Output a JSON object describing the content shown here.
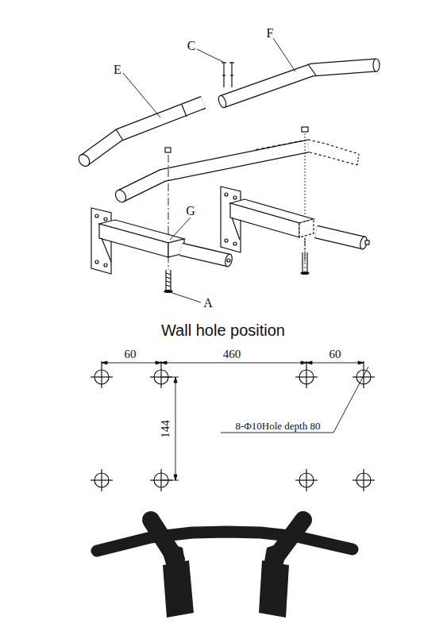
{
  "diagram": {
    "labels": [
      "C",
      "F",
      "E",
      "G",
      "A",
      "Wall hole position",
      "60",
      "460",
      "60",
      "144",
      "8-Φ10Hole depth 80"
    ]
  }
}
